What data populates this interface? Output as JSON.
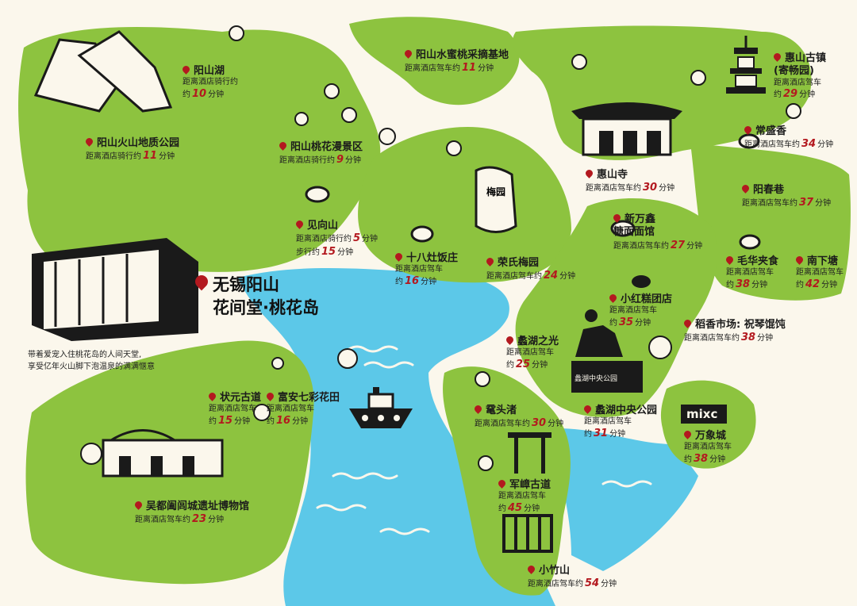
{
  "hotel": {
    "line1": "无锡阳山",
    "line2": "花间堂·桃花岛"
  },
  "tagline": {
    "line1": "带着爱宠入住桃花岛的人间天堂,",
    "line2": "享受亿年火山脚下泡温泉的满满惬意"
  },
  "colors": {
    "land": "#8dc33f",
    "water": "#5cc8e8",
    "pin": "#b3191f",
    "background": "#fbf7ec"
  },
  "pois": [
    {
      "name": "阳山湖",
      "pre": "距离酒店骑行约",
      "value": "",
      "unit": "",
      "extra_pre": "约",
      "extra_value": "10",
      "extra_unit": "分钟"
    },
    {
      "name": "阳山火山地质公园",
      "pre": "距离酒店骑行约",
      "value": "11",
      "unit": "分钟"
    },
    {
      "name": "阳山桃花漫景区",
      "pre": "距离酒店骑行约",
      "value": "9",
      "unit": "分钟"
    },
    {
      "name": "阳山水蜜桃采摘基地",
      "pre": "距离酒店驾车约",
      "value": "11",
      "unit": "分钟"
    },
    {
      "name": "惠山古镇",
      "sub": "(寄畅园)",
      "pre": "距离酒店驾车",
      "extra_pre": "约",
      "extra_value": "29",
      "extra_unit": "分钟"
    },
    {
      "name": "常盛香",
      "pre": "距离酒店驾车约",
      "value": "34",
      "unit": "分钟"
    },
    {
      "name": "惠山寺",
      "pre": "距离酒店驾车约",
      "value": "30",
      "unit": "分钟"
    },
    {
      "name": "阳春巷",
      "pre": "距离酒店驾车约",
      "value": "37",
      "unit": "分钟"
    },
    {
      "name": "见向山",
      "pre": "距离酒店骑行约",
      "value": "5",
      "unit": "分钟",
      "extra_pre": "步行约",
      "extra_value": "15",
      "extra_unit": "分钟"
    },
    {
      "name": "十八灶饭庄",
      "pre": "距离酒店驾车",
      "extra_pre": "约",
      "extra_value": "16",
      "extra_unit": "分钟"
    },
    {
      "name": "荣氏梅园",
      "pre": "距离酒店驾车约",
      "value": "24",
      "unit": "分钟"
    },
    {
      "name": "新万鑫\n糖面面馆",
      "pre": "距离酒店驾车约",
      "value": "27",
      "unit": "分钟"
    },
    {
      "name": "毛华夹食",
      "pre": "距离酒店驾车",
      "extra_pre": "约",
      "extra_value": "38",
      "extra_unit": "分钟"
    },
    {
      "name": "南下塘",
      "pre": "距离酒店驾车",
      "extra_pre": "约",
      "extra_value": "42",
      "extra_unit": "分钟"
    },
    {
      "name": "小红糕团店",
      "pre": "距离酒店驾车",
      "extra_pre": "约",
      "extra_value": "35",
      "extra_unit": "分钟"
    },
    {
      "name": "稻香市场: 祝琴馄饨",
      "pre": "距离酒店驾车约",
      "value": "38",
      "unit": "分钟"
    },
    {
      "name": "蠡湖之光",
      "pre": "距离酒店驾车",
      "extra_pre": "约",
      "extra_value": "25",
      "extra_unit": "分钟"
    },
    {
      "name": "状元古道",
      "pre": "距离酒店驾车",
      "extra_pre": "约",
      "extra_value": "15",
      "extra_unit": "分钟"
    },
    {
      "name": "富安七彩花田",
      "pre": "距离酒店驾车",
      "extra_pre": "约",
      "extra_value": "16",
      "extra_unit": "分钟"
    },
    {
      "name": "鼋头渚",
      "pre": "距离酒店驾车约",
      "value": "30",
      "unit": "分钟"
    },
    {
      "name": "蠡湖中央公园",
      "pre": "距离酒店驾车",
      "extra_pre": "约",
      "extra_value": "31",
      "extra_unit": "分钟"
    },
    {
      "name": "万象城",
      "pre": "距离酒店驾车",
      "extra_pre": "约",
      "extra_value": "38",
      "extra_unit": "分钟"
    },
    {
      "name": "吴都阖闾城遗址博物馆",
      "pre": "距离酒店驾车约",
      "value": "23",
      "unit": "分钟"
    },
    {
      "name": "军嶂古道",
      "pre": "距离酒店驾车",
      "extra_pre": "约",
      "extra_value": "45",
      "extra_unit": "分钟"
    },
    {
      "name": "小竹山",
      "pre": "距离酒店驾车约",
      "value": "54",
      "unit": "分钟"
    }
  ],
  "landmark_signs": {
    "meiyuan": "梅园",
    "park_sign": "蠡湖中央公园",
    "mixc": "mixc"
  }
}
